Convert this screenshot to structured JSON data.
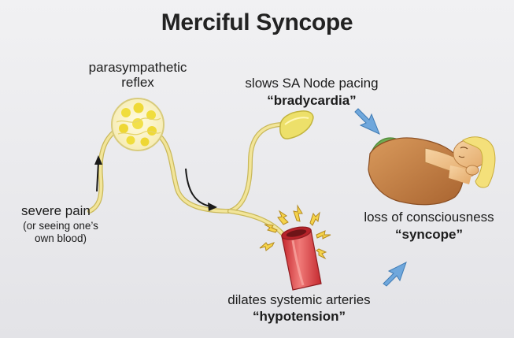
{
  "title": "Merciful Syncope",
  "reflex": {
    "line1": "parasympathetic",
    "line2": "reflex"
  },
  "trigger": {
    "main": "severe pain",
    "note_line1": "(or seeing one’s",
    "note_line2": "own blood)"
  },
  "heart_effect": {
    "label": "slows SA Node pacing",
    "term": "“bradycardia”"
  },
  "vessel_effect": {
    "label": "dilates systemic arteries",
    "term": "“hypotension”"
  },
  "outcome": {
    "label": "loss of consciousness",
    "term": "“syncope”"
  },
  "colors": {
    "nerve": "#f2e59a",
    "nerve_outline": "#c9b85a",
    "ganglion": "#f3e65f",
    "heart_node": "#e4d84e",
    "artery": "#e0474a",
    "dilation_arrows": "#f5d34a",
    "flow_arrows": "#6fa7dc",
    "skin": "#f2c68e",
    "shirt": "#c9874a",
    "hair": "#f4e07a",
    "pillow": "#6fab52"
  }
}
